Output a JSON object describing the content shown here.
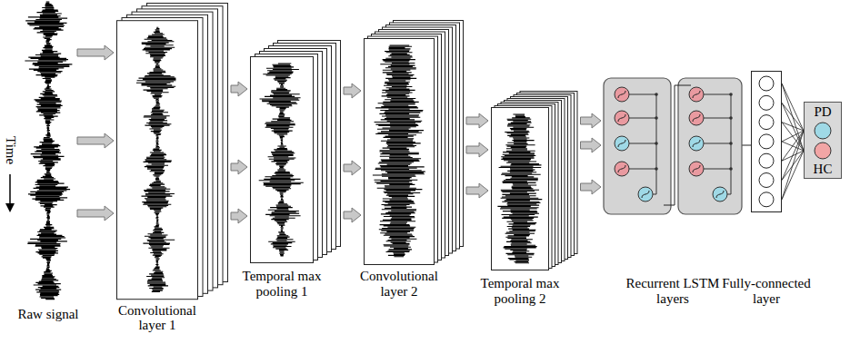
{
  "diagram": {
    "nodes": [
      {
        "text": [
          "Raw signal"
        ]
      },
      {
        "text": [
          "Convolutional layer 1"
        ]
      },
      {
        "text": [
          "Temporal max pooling 1"
        ]
      },
      {
        "text": [
          "Convolutional layer 2"
        ]
      },
      {
        "text": [
          "Temporal max pooling 2"
        ]
      },
      {
        "text": [
          "Recurrent LSTM layers"
        ]
      },
      {
        "text": [
          "Fully-connected layer"
        ]
      },
      {
        "text": [
          "PD",
          "HC"
        ]
      }
    ],
    "edges": [
      {
        "from": 0,
        "to": 1,
        "arrow": "to"
      },
      {
        "from": 1,
        "to": 2,
        "arrow": "to"
      },
      {
        "from": 2,
        "to": 3,
        "arrow": "to"
      },
      {
        "from": 3,
        "to": 4,
        "arrow": "to"
      },
      {
        "from": 4,
        "to": 5,
        "arrow": "to"
      },
      {
        "from": 5,
        "to": 6,
        "arrow": "none"
      },
      {
        "from": 6,
        "to": 7,
        "arrow": "none"
      }
    ],
    "labels": [
      "Time"
    ]
  }
}
